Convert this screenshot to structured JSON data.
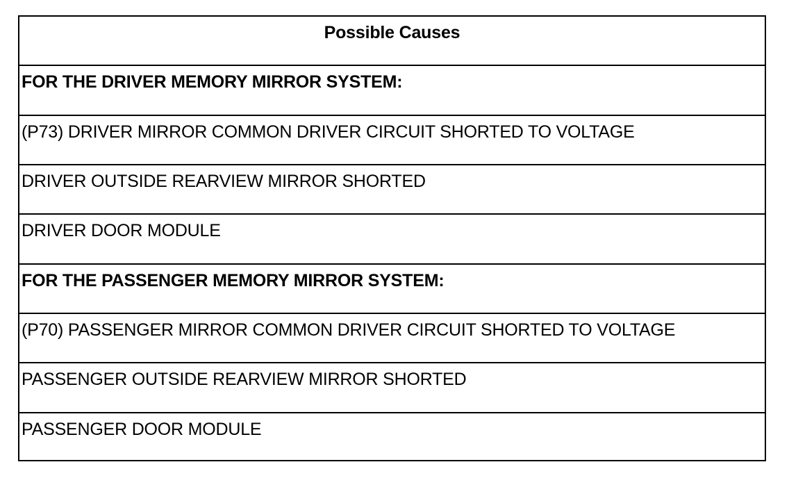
{
  "table": {
    "header": "Possible Causes",
    "rows": [
      {
        "text": "FOR THE DRIVER MEMORY MIRROR SYSTEM:",
        "kind": "section"
      },
      {
        "text": "(P73) DRIVER MIRROR COMMON DRIVER CIRCUIT SHORTED TO VOLTAGE",
        "kind": "item"
      },
      {
        "text": "DRIVER OUTSIDE REARVIEW MIRROR SHORTED",
        "kind": "item"
      },
      {
        "text": "DRIVER DOOR MODULE",
        "kind": "item"
      },
      {
        "text": "FOR THE PASSENGER MEMORY MIRROR SYSTEM:",
        "kind": "section"
      },
      {
        "text": "(P70) PASSENGER MIRROR COMMON DRIVER CIRCUIT SHORTED TO VOLTAGE",
        "kind": "item"
      },
      {
        "text": "PASSENGER OUTSIDE REARVIEW MIRROR SHORTED",
        "kind": "item"
      },
      {
        "text": "PASSENGER DOOR MODULE",
        "kind": "item"
      }
    ]
  }
}
